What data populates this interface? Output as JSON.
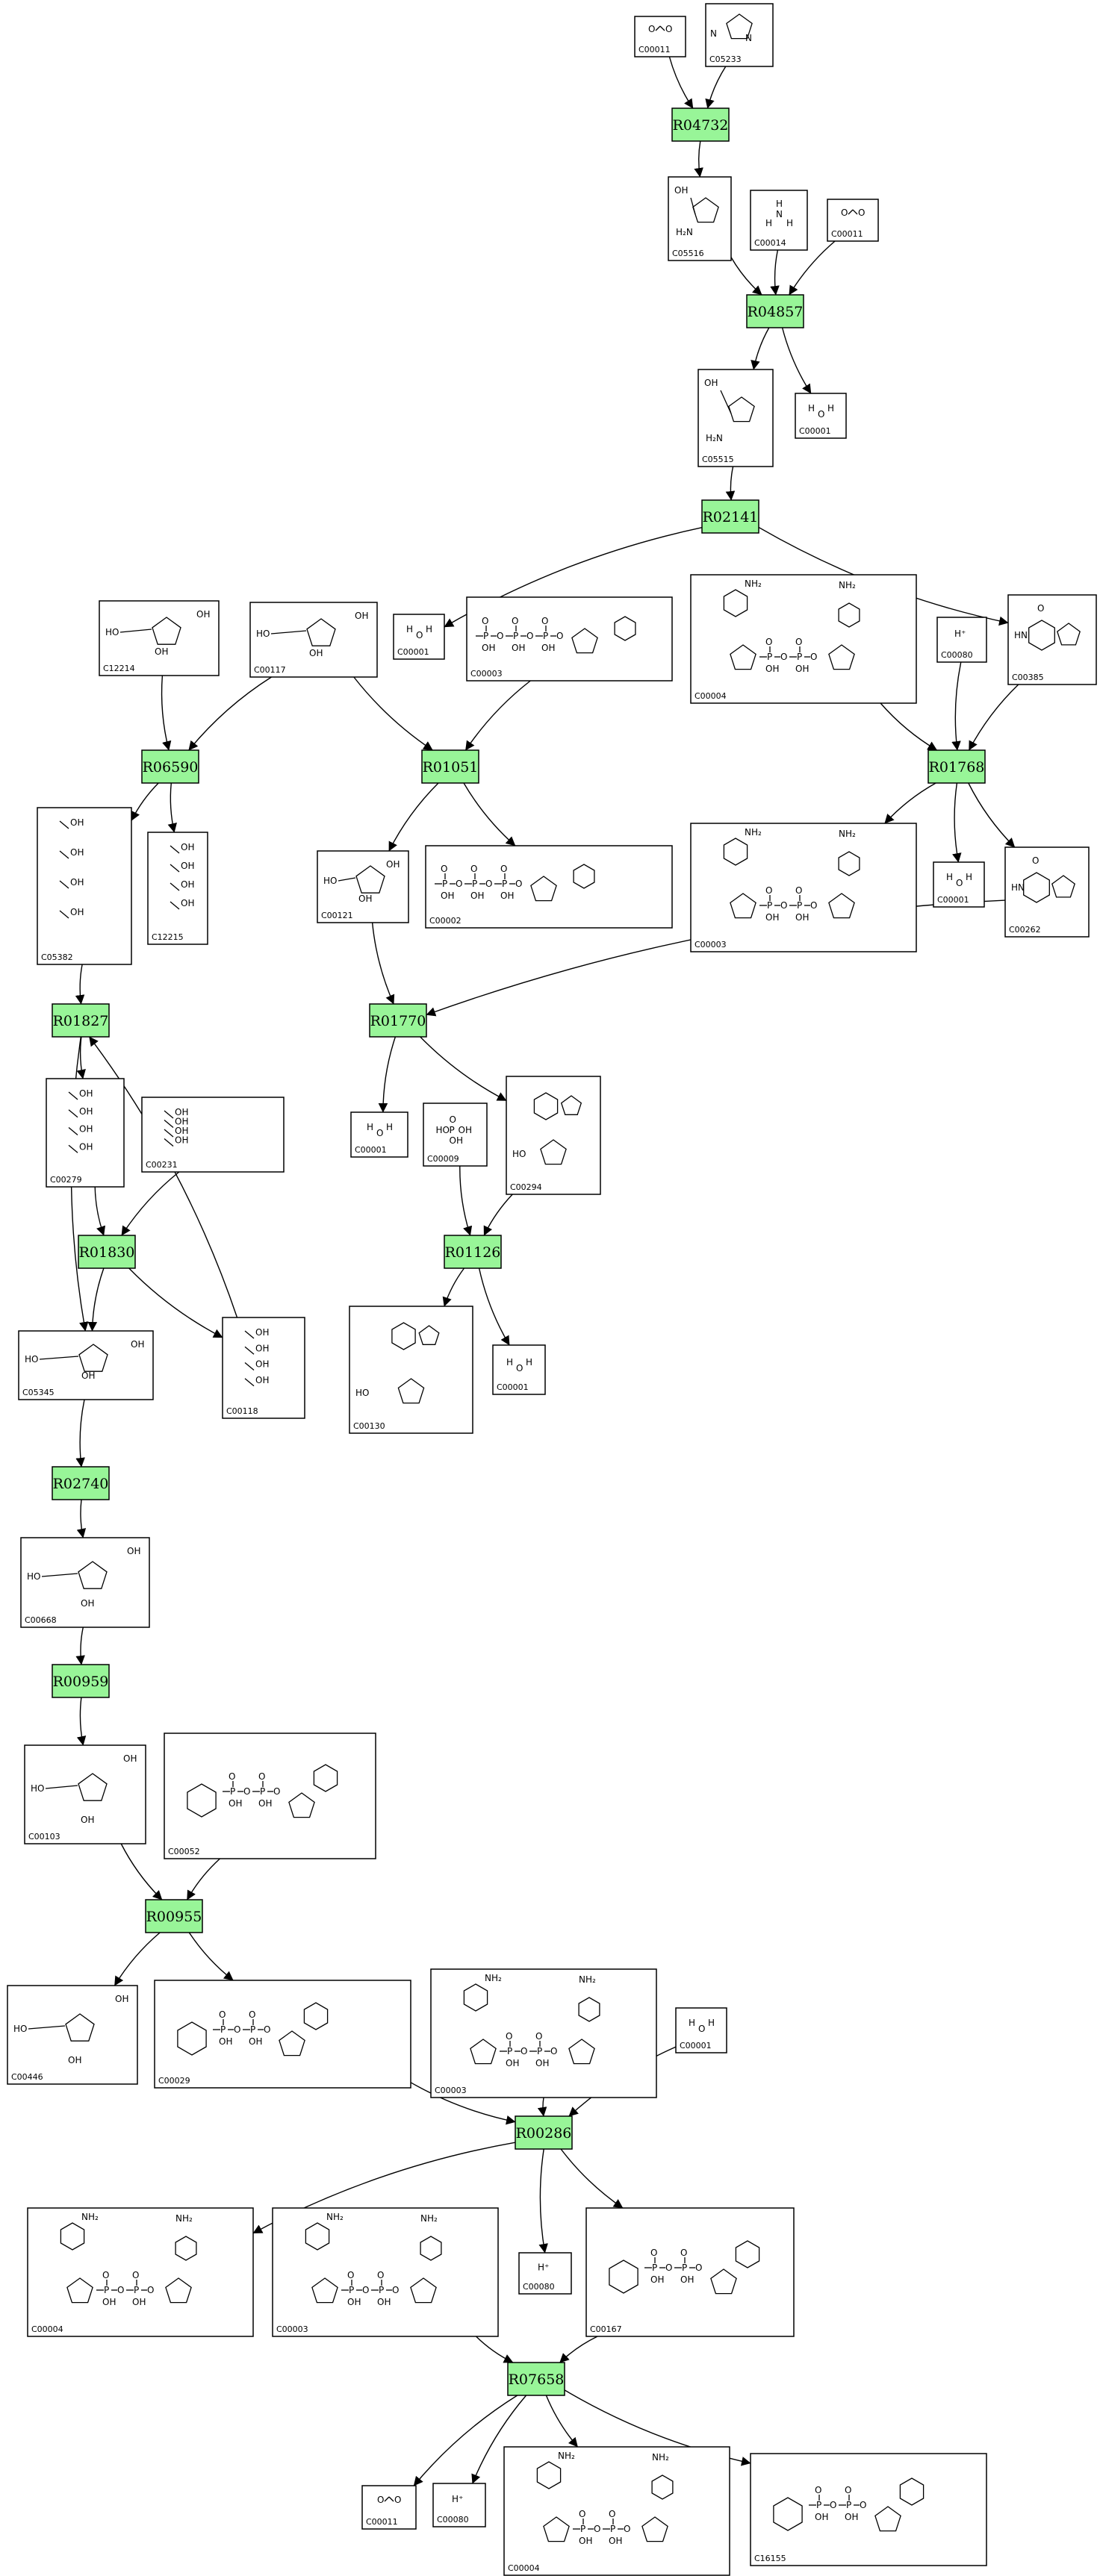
{
  "reactions": [
    {
      "id": "R04732"
    },
    {
      "id": "R04857"
    },
    {
      "id": "R02141"
    },
    {
      "id": "R06590"
    },
    {
      "id": "R01051"
    },
    {
      "id": "R01768"
    },
    {
      "id": "R01827"
    },
    {
      "id": "R01770"
    },
    {
      "id": "R01830"
    },
    {
      "id": "R01126"
    },
    {
      "id": "R02740"
    },
    {
      "id": "R00959"
    },
    {
      "id": "R00955"
    },
    {
      "id": "R00286"
    },
    {
      "id": "R07658"
    }
  ],
  "compounds": [
    {
      "id": "C00011",
      "kind": "co2"
    },
    {
      "id": "C05233",
      "kind": "imidazole"
    },
    {
      "id": "C05516",
      "kind": "ring"
    },
    {
      "id": "C00014",
      "kind": "nh3"
    },
    {
      "id": "C00011",
      "kind": "co2"
    },
    {
      "id": "C05515",
      "kind": "ring"
    },
    {
      "id": "C00001",
      "kind": "water"
    },
    {
      "id": "C12214",
      "kind": "sugar"
    },
    {
      "id": "C00117",
      "kind": "sugar"
    },
    {
      "id": "C00001",
      "kind": "water"
    },
    {
      "id": "C00003",
      "kind": "nucleotide"
    },
    {
      "id": "C00004",
      "kind": "nad"
    },
    {
      "id": "C00080",
      "kind": "proton"
    },
    {
      "id": "C00385",
      "kind": "purine"
    },
    {
      "id": "C05382",
      "kind": "chain"
    },
    {
      "id": "C12215",
      "kind": "chain"
    },
    {
      "id": "C00121",
      "kind": "sugar"
    },
    {
      "id": "C00002",
      "kind": "nucleotide"
    },
    {
      "id": "C00003",
      "kind": "nad"
    },
    {
      "id": "C00001",
      "kind": "water"
    },
    {
      "id": "C00262",
      "kind": "purine"
    },
    {
      "id": "C00279",
      "kind": "chain"
    },
    {
      "id": "C00231",
      "kind": "chain"
    },
    {
      "id": "C00001",
      "kind": "water"
    },
    {
      "id": "C00009",
      "kind": "phosphate"
    },
    {
      "id": "C00294",
      "kind": "nucleoside"
    },
    {
      "id": "C05345",
      "kind": "sugar"
    },
    {
      "id": "C00118",
      "kind": "chain"
    },
    {
      "id": "C00130",
      "kind": "nucleoside"
    },
    {
      "id": "C00001",
      "kind": "water"
    },
    {
      "id": "C00668",
      "kind": "sugar"
    },
    {
      "id": "C00103",
      "kind": "sugar"
    },
    {
      "id": "C00052",
      "kind": "udpsugar"
    },
    {
      "id": "C00446",
      "kind": "sugar"
    },
    {
      "id": "C00029",
      "kind": "udpsugar"
    },
    {
      "id": "C00003",
      "kind": "nad"
    },
    {
      "id": "C00001",
      "kind": "water"
    },
    {
      "id": "C00004",
      "kind": "nad"
    },
    {
      "id": "C00003",
      "kind": "nad"
    },
    {
      "id": "C00080",
      "kind": "proton"
    },
    {
      "id": "C00167",
      "kind": "udpsugar"
    },
    {
      "id": "C00011",
      "kind": "co2"
    },
    {
      "id": "C00080",
      "kind": "proton"
    },
    {
      "id": "C00004",
      "kind": "nad"
    },
    {
      "id": "C16155",
      "kind": "udpsugar"
    }
  ],
  "edges": [
    {
      "from": "compounds.0",
      "to": "reactions.0"
    },
    {
      "from": "compounds.1",
      "to": "reactions.0"
    },
    {
      "from": "reactions.0",
      "to": "compounds.2"
    },
    {
      "from": "compounds.2",
      "to": "reactions.1"
    },
    {
      "from": "compounds.3",
      "to": "reactions.1"
    },
    {
      "from": "compounds.4",
      "to": "reactions.1"
    },
    {
      "from": "reactions.1",
      "to": "compounds.5"
    },
    {
      "from": "reactions.1",
      "to": "compounds.6"
    },
    {
      "from": "compounds.5",
      "to": "reactions.2"
    },
    {
      "from": "reactions.2",
      "to": "compounds.9"
    },
    {
      "from": "reactions.2",
      "to": "compounds.13"
    },
    {
      "from": "compounds.7",
      "to": "reactions.3"
    },
    {
      "from": "compounds.8",
      "to": "reactions.3"
    },
    {
      "from": "compounds.8",
      "to": "reactions.4"
    },
    {
      "from": "compounds.10",
      "to": "reactions.4"
    },
    {
      "from": "compounds.11",
      "to": "reactions.5"
    },
    {
      "from": "compounds.12",
      "to": "reactions.5"
    },
    {
      "from": "compounds.13",
      "to": "reactions.5"
    },
    {
      "from": "reactions.3",
      "to": "compounds.14"
    },
    {
      "from": "reactions.3",
      "to": "compounds.15"
    },
    {
      "from": "reactions.4",
      "to": "compounds.16"
    },
    {
      "from": "reactions.4",
      "to": "compounds.17"
    },
    {
      "from": "reactions.5",
      "to": "compounds.18"
    },
    {
      "from": "reactions.5",
      "to": "compounds.19"
    },
    {
      "from": "reactions.5",
      "to": "compounds.20"
    },
    {
      "from": "compounds.14",
      "to": "reactions.6"
    },
    {
      "from": "compounds.16",
      "to": "reactions.7"
    },
    {
      "from": "compounds.20",
      "to": "reactions.7"
    },
    {
      "from": "reactions.6",
      "to": "compounds.21"
    },
    {
      "from": "reactions.6",
      "to": "compounds.26"
    },
    {
      "from": "compounds.21",
      "to": "reactions.8"
    },
    {
      "from": "compounds.22",
      "to": "reactions.8"
    },
    {
      "from": "reactions.8",
      "to": "compounds.26"
    },
    {
      "from": "reactions.8",
      "to": "compounds.27"
    },
    {
      "from": "compounds.27",
      "to": "reactions.6"
    },
    {
      "from": "reactions.7",
      "to": "compounds.23"
    },
    {
      "from": "reactions.7",
      "to": "compounds.25"
    },
    {
      "from": "compounds.24",
      "to": "reactions.9"
    },
    {
      "from": "compounds.25",
      "to": "reactions.9"
    },
    {
      "from": "reactions.9",
      "to": "compounds.28"
    },
    {
      "from": "reactions.9",
      "to": "compounds.29"
    },
    {
      "from": "compounds.26",
      "to": "reactions.10"
    },
    {
      "from": "reactions.10",
      "to": "compounds.30"
    },
    {
      "from": "compounds.30",
      "to": "reactions.11"
    },
    {
      "from": "reactions.11",
      "to": "compounds.31"
    },
    {
      "from": "compounds.31",
      "to": "reactions.12"
    },
    {
      "from": "compounds.32",
      "to": "reactions.12"
    },
    {
      "from": "reactions.12",
      "to": "compounds.33"
    },
    {
      "from": "reactions.12",
      "to": "compounds.34"
    },
    {
      "from": "compounds.34",
      "to": "reactions.13"
    },
    {
      "from": "compounds.35",
      "to": "reactions.13"
    },
    {
      "from": "compounds.36",
      "to": "reactions.13"
    },
    {
      "from": "reactions.13",
      "to": "compounds.37"
    },
    {
      "from": "reactions.13",
      "to": "compounds.39"
    },
    {
      "from": "reactions.13",
      "to": "compounds.40"
    },
    {
      "from": "compounds.38",
      "to": "reactions.14"
    },
    {
      "from": "compounds.40",
      "to": "reactions.14"
    },
    {
      "from": "reactions.14",
      "to": "compounds.41"
    },
    {
      "from": "reactions.14",
      "to": "compounds.42"
    },
    {
      "from": "reactions.14",
      "to": "compounds.43"
    },
    {
      "from": "reactions.14",
      "to": "compounds.44"
    }
  ]
}
